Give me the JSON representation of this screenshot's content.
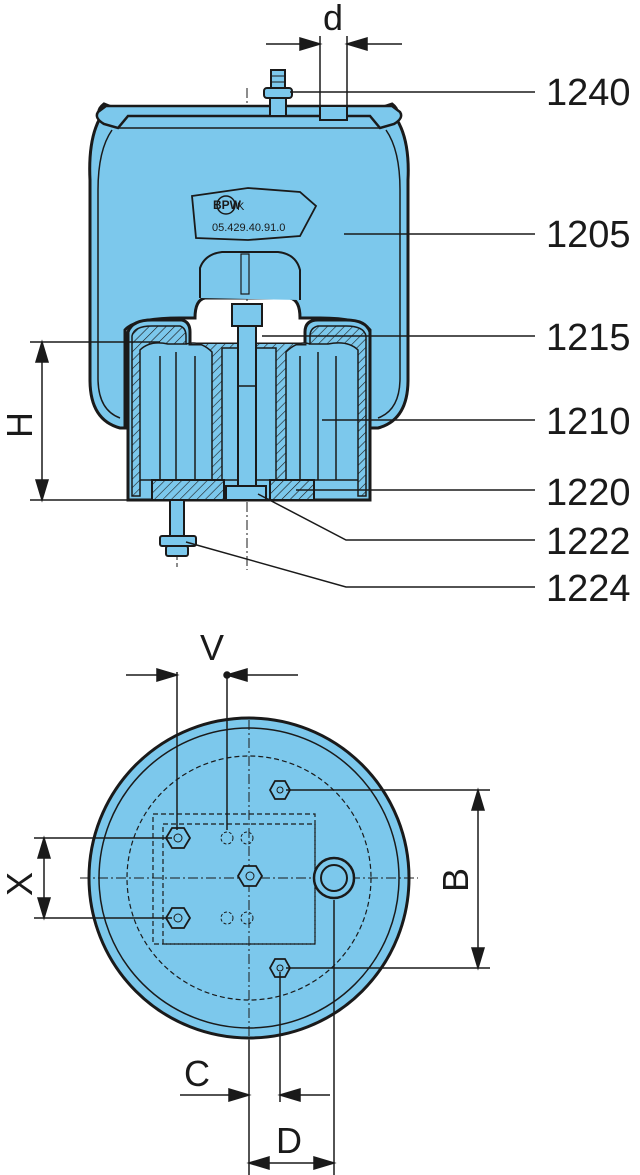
{
  "colors": {
    "fill": "#7cc8ec",
    "stroke": "#1a1a1a",
    "hatch": "#5aa9d0"
  },
  "top_view": {
    "dim_d": "d",
    "dim_h": "H",
    "logo_text": "BPW",
    "logo_suffix": "K",
    "part_number": "05.429.40.91.0",
    "callouts": [
      "1240",
      "1205",
      "1215",
      "1210",
      "1220",
      "1222",
      "1224"
    ]
  },
  "bottom_view": {
    "dim_v": "V",
    "dim_x": "X",
    "dim_b": "B",
    "dim_c": "C",
    "dim_d": "D"
  }
}
